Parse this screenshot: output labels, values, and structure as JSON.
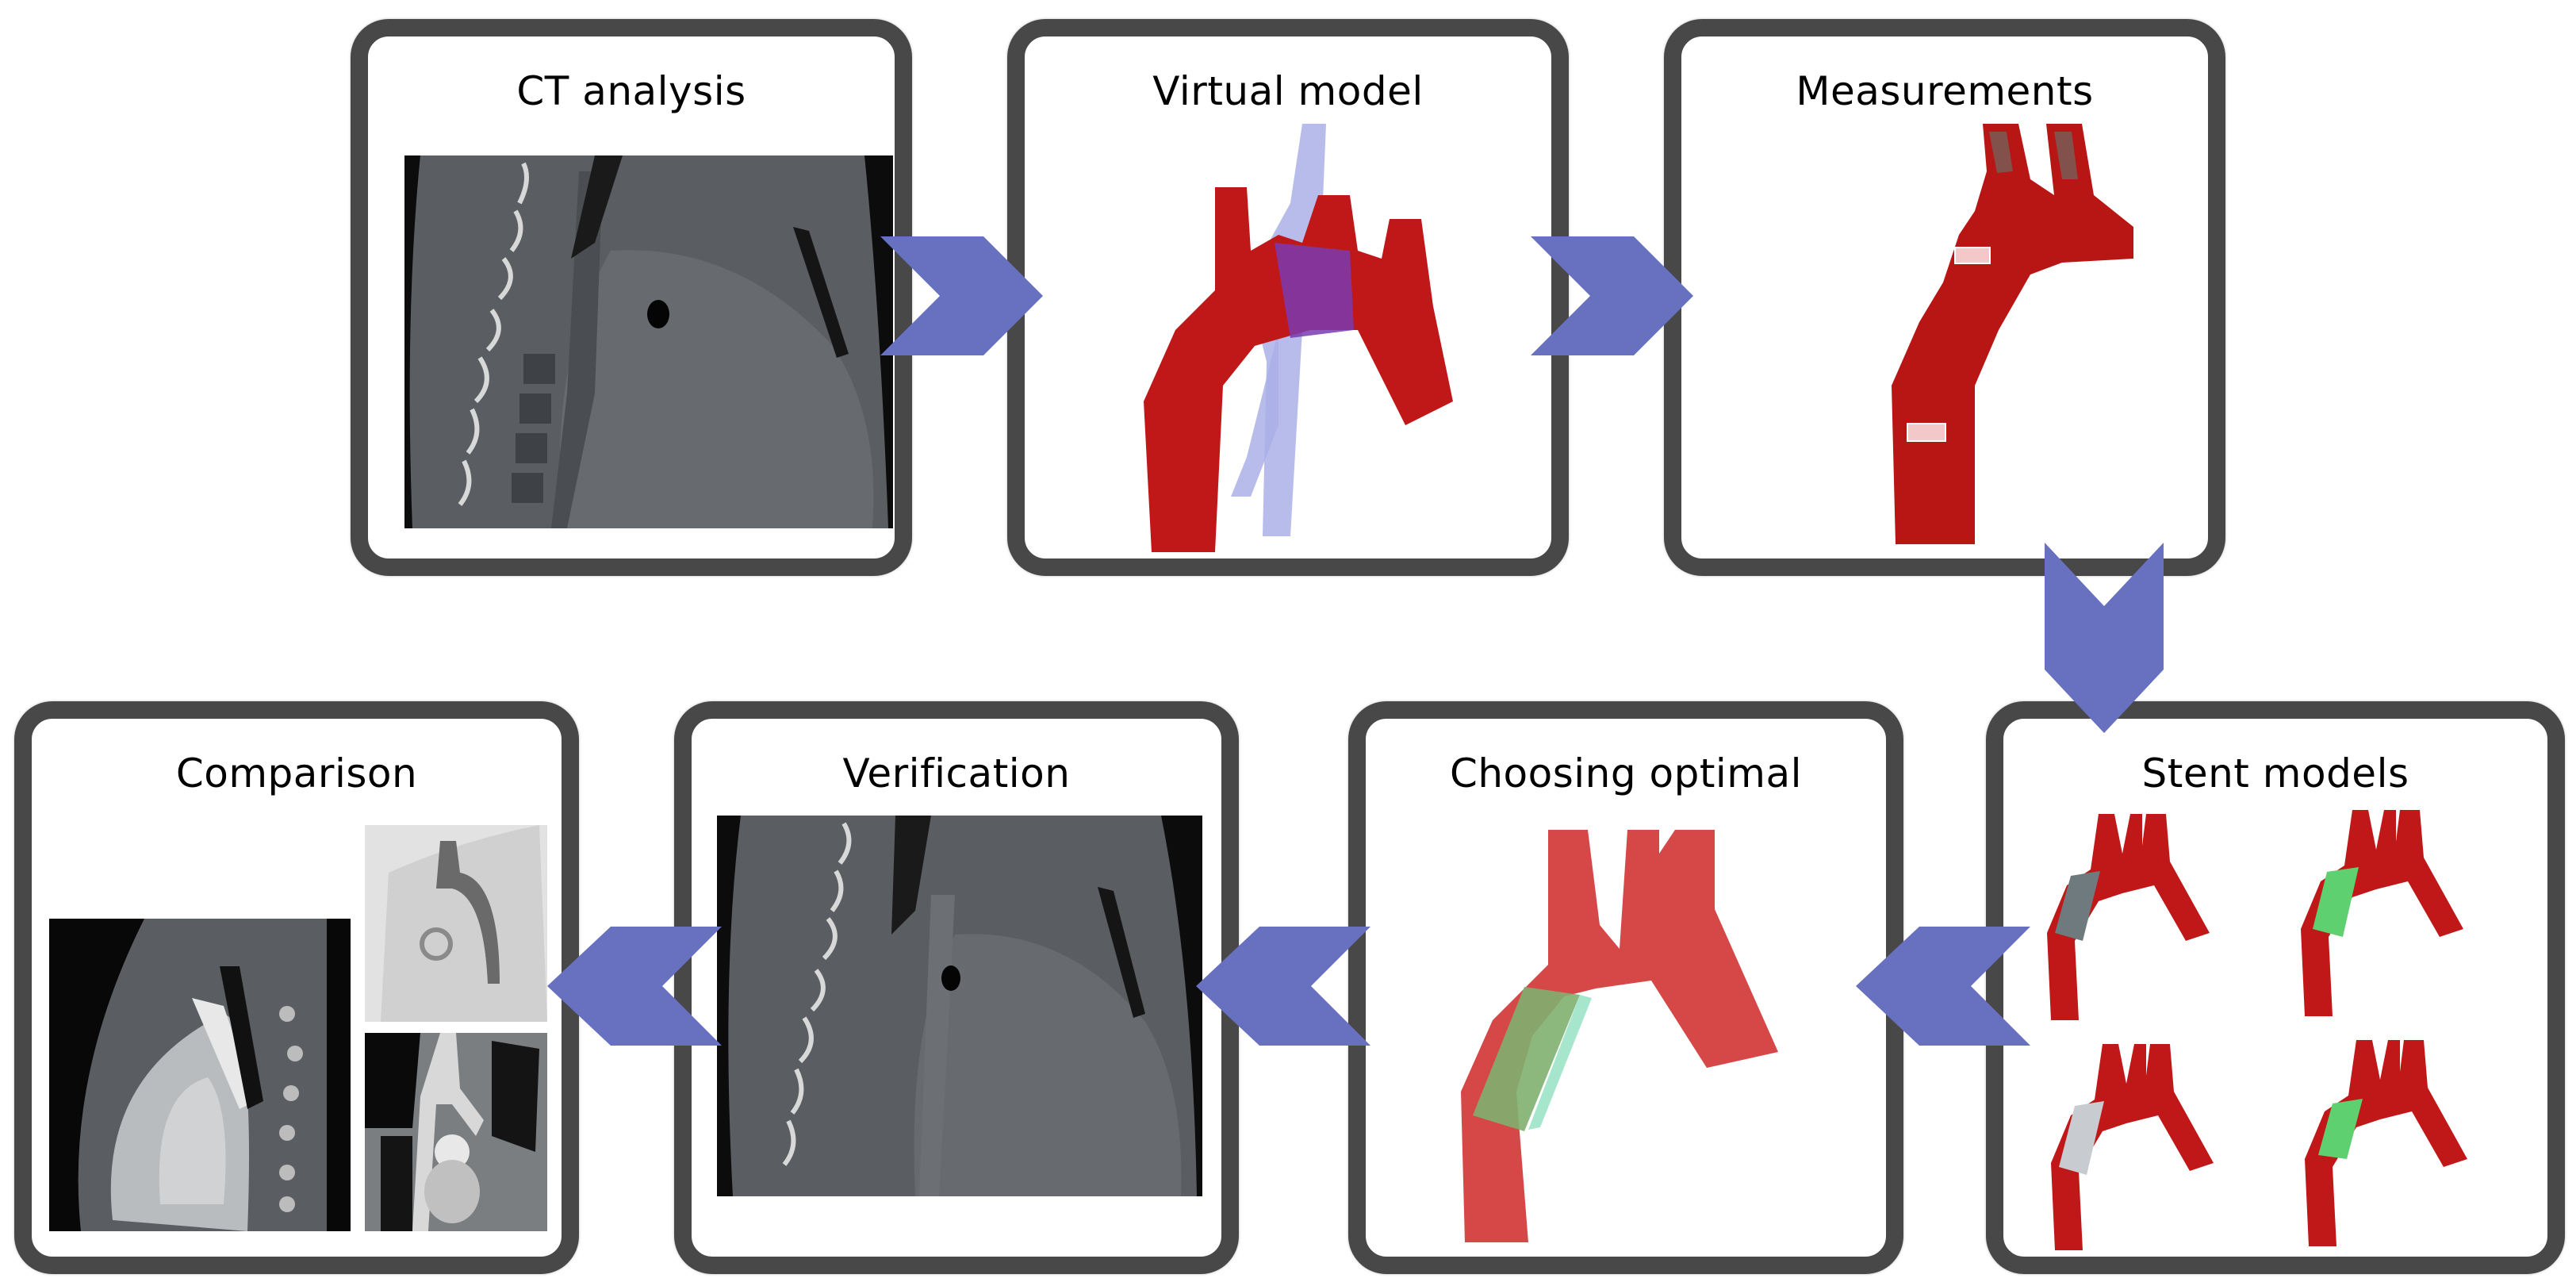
{
  "figure": {
    "description": "Workflow for virtual stent planning",
    "colors": {
      "panel_border": "#484848",
      "arrow": "#6870c0",
      "vessel_red": "#c01818",
      "stent_green": "#5fd06f",
      "stent_gray": "#6e7a7e",
      "stent_silver": "#c8ccd0",
      "overlay_purple": "#7a5ad0",
      "trachea_blue": "#aab0e8"
    }
  },
  "steps": [
    {
      "id": 1,
      "title": "CT analysis",
      "image": "sagittal-ct-scan"
    },
    {
      "id": 2,
      "title": "Virtual model",
      "image": "aorta-3d-model-with-airway"
    },
    {
      "id": 3,
      "title": "Measurements",
      "image": "aorta-3d-model-with-measurement-labels"
    },
    {
      "id": 4,
      "title": "Stent models",
      "image": "four-stent-variants"
    },
    {
      "id": 5,
      "title": "Choosing optimal",
      "image": "aorta-with-selected-stent"
    },
    {
      "id": 6,
      "title": "Verification",
      "image": "sagittal-ct-scan-post-stent"
    },
    {
      "id": 7,
      "title": "Comparison",
      "image": "ct-angiography-mri-comparison"
    }
  ],
  "flow": [
    {
      "from": "CT analysis",
      "to": "Virtual model",
      "direction": "right"
    },
    {
      "from": "Virtual model",
      "to": "Measurements",
      "direction": "right"
    },
    {
      "from": "Measurements",
      "to": "Stent models",
      "direction": "down"
    },
    {
      "from": "Stent models",
      "to": "Choosing optimal",
      "direction": "left"
    },
    {
      "from": "Choosing optimal",
      "to": "Verification",
      "direction": "left"
    },
    {
      "from": "Verification",
      "to": "Comparison",
      "direction": "left"
    }
  ],
  "measurement_labels": [
    "measurement-1",
    "measurement-2"
  ],
  "stent_variants": [
    {
      "position": "top-left",
      "stent": "gray"
    },
    {
      "position": "top-right",
      "stent": "green"
    },
    {
      "position": "bottom-left",
      "stent": "silver"
    },
    {
      "position": "bottom-right",
      "stent": "green"
    }
  ]
}
